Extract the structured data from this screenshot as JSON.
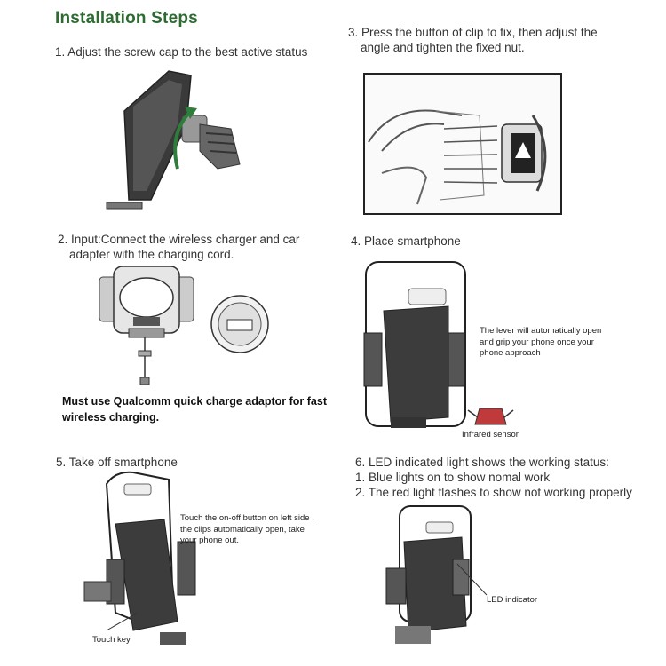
{
  "title": "Installation Steps",
  "steps": [
    {
      "text": "1. Adjust the screw cap to the best active status"
    },
    {
      "line1": "2. Input:Connect the wireless charger and car",
      "line2": "adapter with the charging cord."
    },
    {
      "line1": "3. Press the button of clip to fix, then adjust the",
      "line2": "angle and tighten the fixed nut."
    },
    {
      "text": "4. Place smartphone"
    },
    {
      "text": "5. Take off smartphone"
    },
    {
      "line1": "6. LED indicated light shows the working status:",
      "line2": "1. Blue lights on to show nomal work",
      "line3": "2. The red light flashes to show not working properly"
    }
  ],
  "warning": {
    "line1": "Must use Qualcomm quick charge adaptor for fast",
    "line2": "wireless charging."
  },
  "notes": {
    "lever": {
      "line1": "The lever will automatically open",
      "line2": "and grip your phone once your",
      "line3": "phone approach"
    },
    "infrared": "Infrared sensor",
    "touch": {
      "line1": "Touch the on-off button on left side ,",
      "line2": "the clips automatically open, take",
      "line3": "your phone out."
    },
    "touch_key": "Touch key",
    "led": "LED indicator"
  },
  "colors": {
    "title": "#2e6b32",
    "arrow": "#2f7d3b",
    "sensor": "#c0393b"
  }
}
